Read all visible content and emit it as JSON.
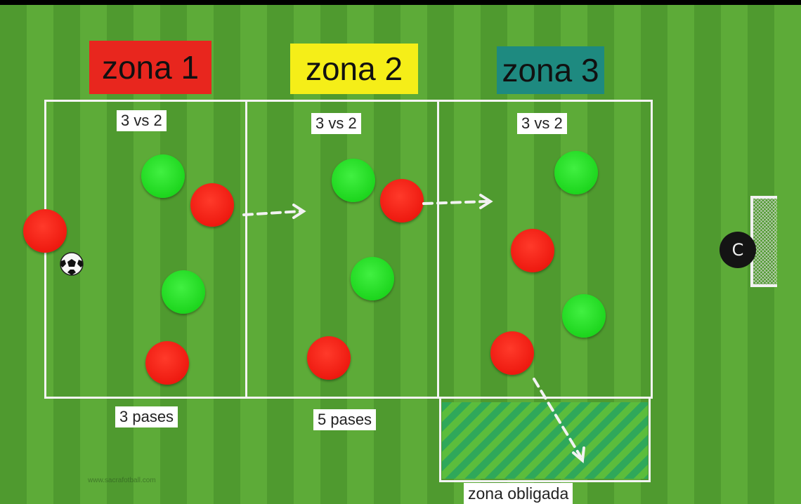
{
  "zones": [
    {
      "title": "zona 1",
      "players_label": "3 vs 2",
      "passes_label": "3 pases",
      "color": "#e8261e"
    },
    {
      "title": "zona  2",
      "players_label": "3 vs 2",
      "passes_label": "5 pases",
      "color": "#f5ee18"
    },
    {
      "title": "zona 3",
      "players_label": "3 vs 2",
      "color": "#1e8a80"
    }
  ],
  "forced_zone": {
    "label": "zona obligada"
  },
  "goalkeeper_mark": "C",
  "watermark": "www.sacrafotball.com",
  "colors": {
    "pitch_dark": "#4f9a2f",
    "pitch_light": "#5dab38",
    "team_green": "#1ed61e",
    "team_red": "#ee1a10",
    "lines": "#f4f4f4"
  }
}
